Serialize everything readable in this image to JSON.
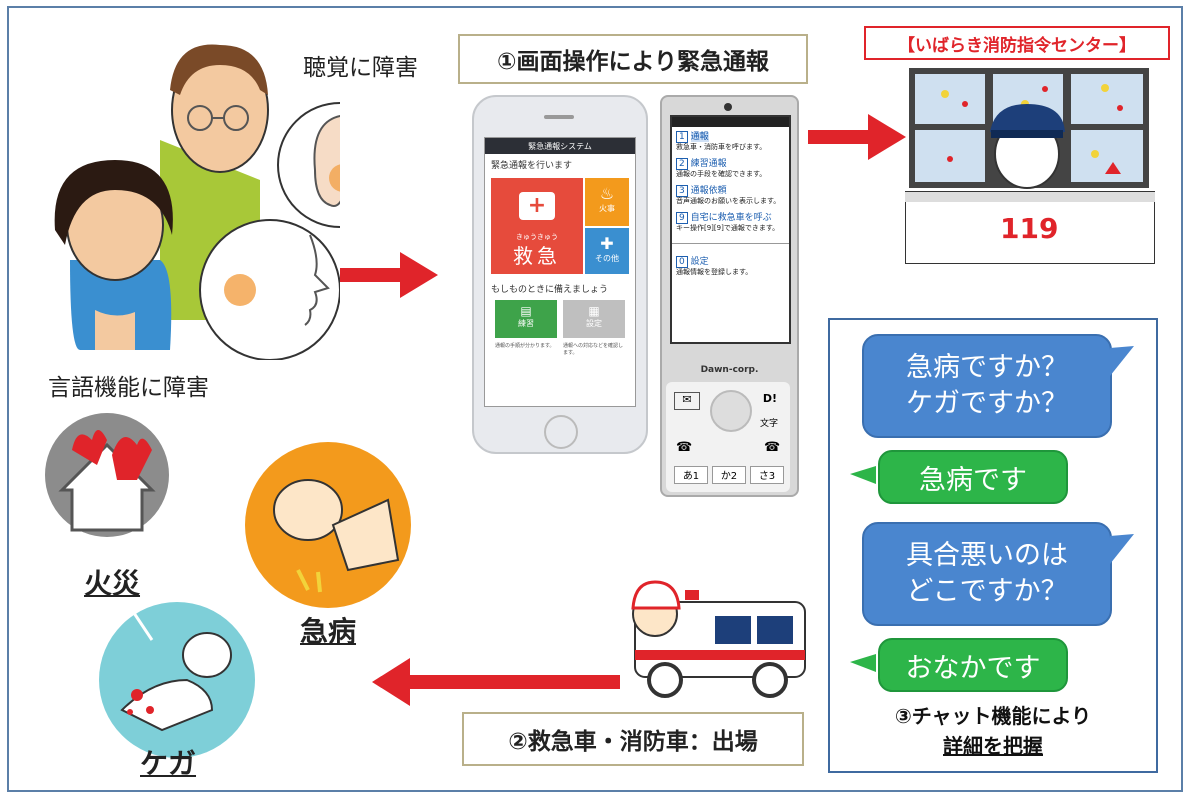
{
  "labels": {
    "hearing": "聴覚に障害",
    "speech": "言語機能に障害",
    "step1": "①画面操作により緊急通報",
    "center": "【いばらき消防指令センター】",
    "number119": "119",
    "step2": "②救急車・消防車：出場",
    "step3_line1": "③チャット機能により",
    "step3_line2": "詳細を把握",
    "fire": "火災",
    "illness": "急病",
    "injury": "ケガ"
  },
  "smartphone": {
    "app_title": "緊急通報システム",
    "prompt": "緊急通報を行います",
    "btn_kyukyu": "救急",
    "btn_kyukyu_ruby": "きゅうきゅう",
    "btn_kasai": "火事",
    "btn_sonota": "その他",
    "section": "もしものときに備えましょう",
    "tile1": "練習",
    "tile2": "設定",
    "tile1_desc": "通報の手順が分かります。",
    "tile2_desc": "通報への対応などを確認します。"
  },
  "featurephone": {
    "menu": [
      {
        "num": "1",
        "title": "通報",
        "desc": "救急車・消防車を呼びます。"
      },
      {
        "num": "2",
        "title": "練習通報",
        "desc": "通報の手段を確認できます。"
      },
      {
        "num": "3",
        "title": "通報依頼",
        "desc": "音声通報のお願いを表示します。"
      },
      {
        "num": "9",
        "title": "自宅に救急車を呼ぶ",
        "desc": "キー操作[9][9]で通報できます。"
      },
      {
        "num": "0",
        "title": "設定",
        "desc": "通報情報を登録します。"
      }
    ],
    "brand": "Dawn-corp.",
    "key_di": "D!",
    "key_moji": "文字",
    "keys": [
      "あ1",
      "か2",
      "さ3"
    ]
  },
  "chat": {
    "q1": "急病ですか？\nケガですか？",
    "a1": "急病です",
    "q2": "具合悪いのは\nどこですか？",
    "a2": "おなかです"
  },
  "colors": {
    "arrow_red": "#e0242a",
    "bubble_blue": "#4a86cf",
    "bubble_green": "#2db549",
    "frame_blue": "#5b7fa8"
  }
}
